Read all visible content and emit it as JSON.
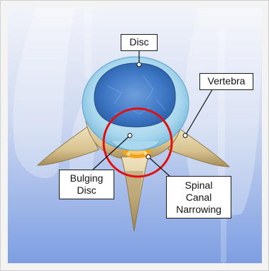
{
  "labels": {
    "disc": "Disc",
    "vertebra": "Vertebra",
    "bulging_disc": "Bulging\nDisc",
    "spinal_canal_narrowing": "Spinal\nCanal\nNarrowing"
  },
  "colors": {
    "background_top": "#eef1f8",
    "background_bottom": "#7f9fe0",
    "disc_outer": "#a8d6ec",
    "disc_inner": "#3d78c4",
    "bone": "#d8c79a",
    "highlight_circle": "#e01010",
    "nerve": "#f2a21c"
  }
}
